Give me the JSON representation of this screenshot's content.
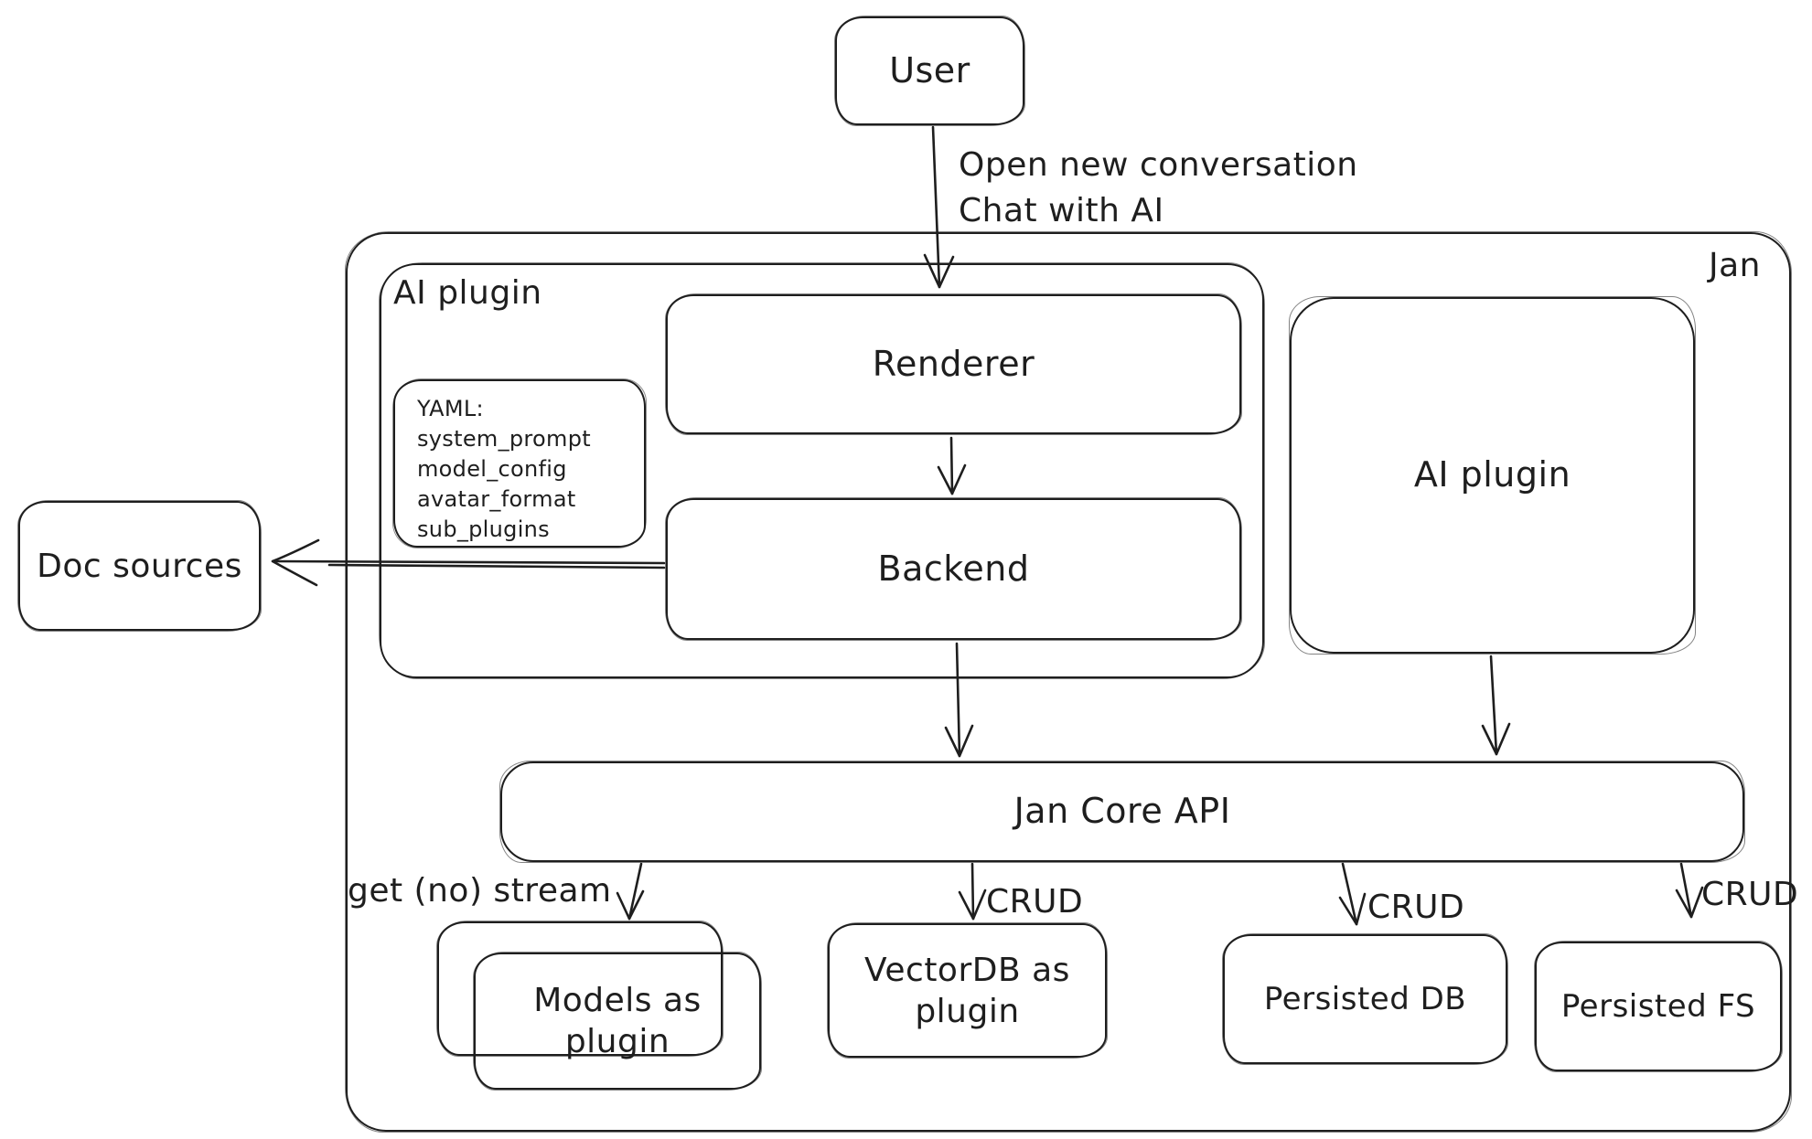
{
  "colors": {
    "stroke": "#1e1e1e",
    "background": "#ffffff"
  },
  "nodes": {
    "user": {
      "label": "User"
    },
    "jan": {
      "label": "Jan"
    },
    "ai_plugin_group": {
      "label": "AI plugin"
    },
    "renderer": {
      "label": "Renderer"
    },
    "backend": {
      "label": "Backend"
    },
    "yaml_note": {
      "lines": [
        "YAML:",
        "system_prompt",
        "model_config",
        "avatar_format",
        "sub_plugins"
      ]
    },
    "ai_plugin_right": {
      "label": "AI plugin"
    },
    "doc_sources": {
      "label": "Doc sources"
    },
    "jan_core_api": {
      "label": "Jan Core API"
    },
    "models_plugin": {
      "label": "Models as plugin"
    },
    "vectordb_plugin": {
      "label": "VectorDB as plugin"
    },
    "persisted_db": {
      "label": "Persisted DB"
    },
    "persisted_fs": {
      "label": "Persisted FS"
    }
  },
  "edges": {
    "user_to_renderer": {
      "label_line1": "Open new conversation",
      "label_line2": "Chat with AI"
    },
    "core_to_models": {
      "label": "get (no) stream"
    },
    "core_to_vectordb": {
      "label": "CRUD"
    },
    "core_to_persisted_db": {
      "label": "CRUD"
    },
    "core_to_persisted_fs": {
      "label": "CRUD"
    }
  }
}
